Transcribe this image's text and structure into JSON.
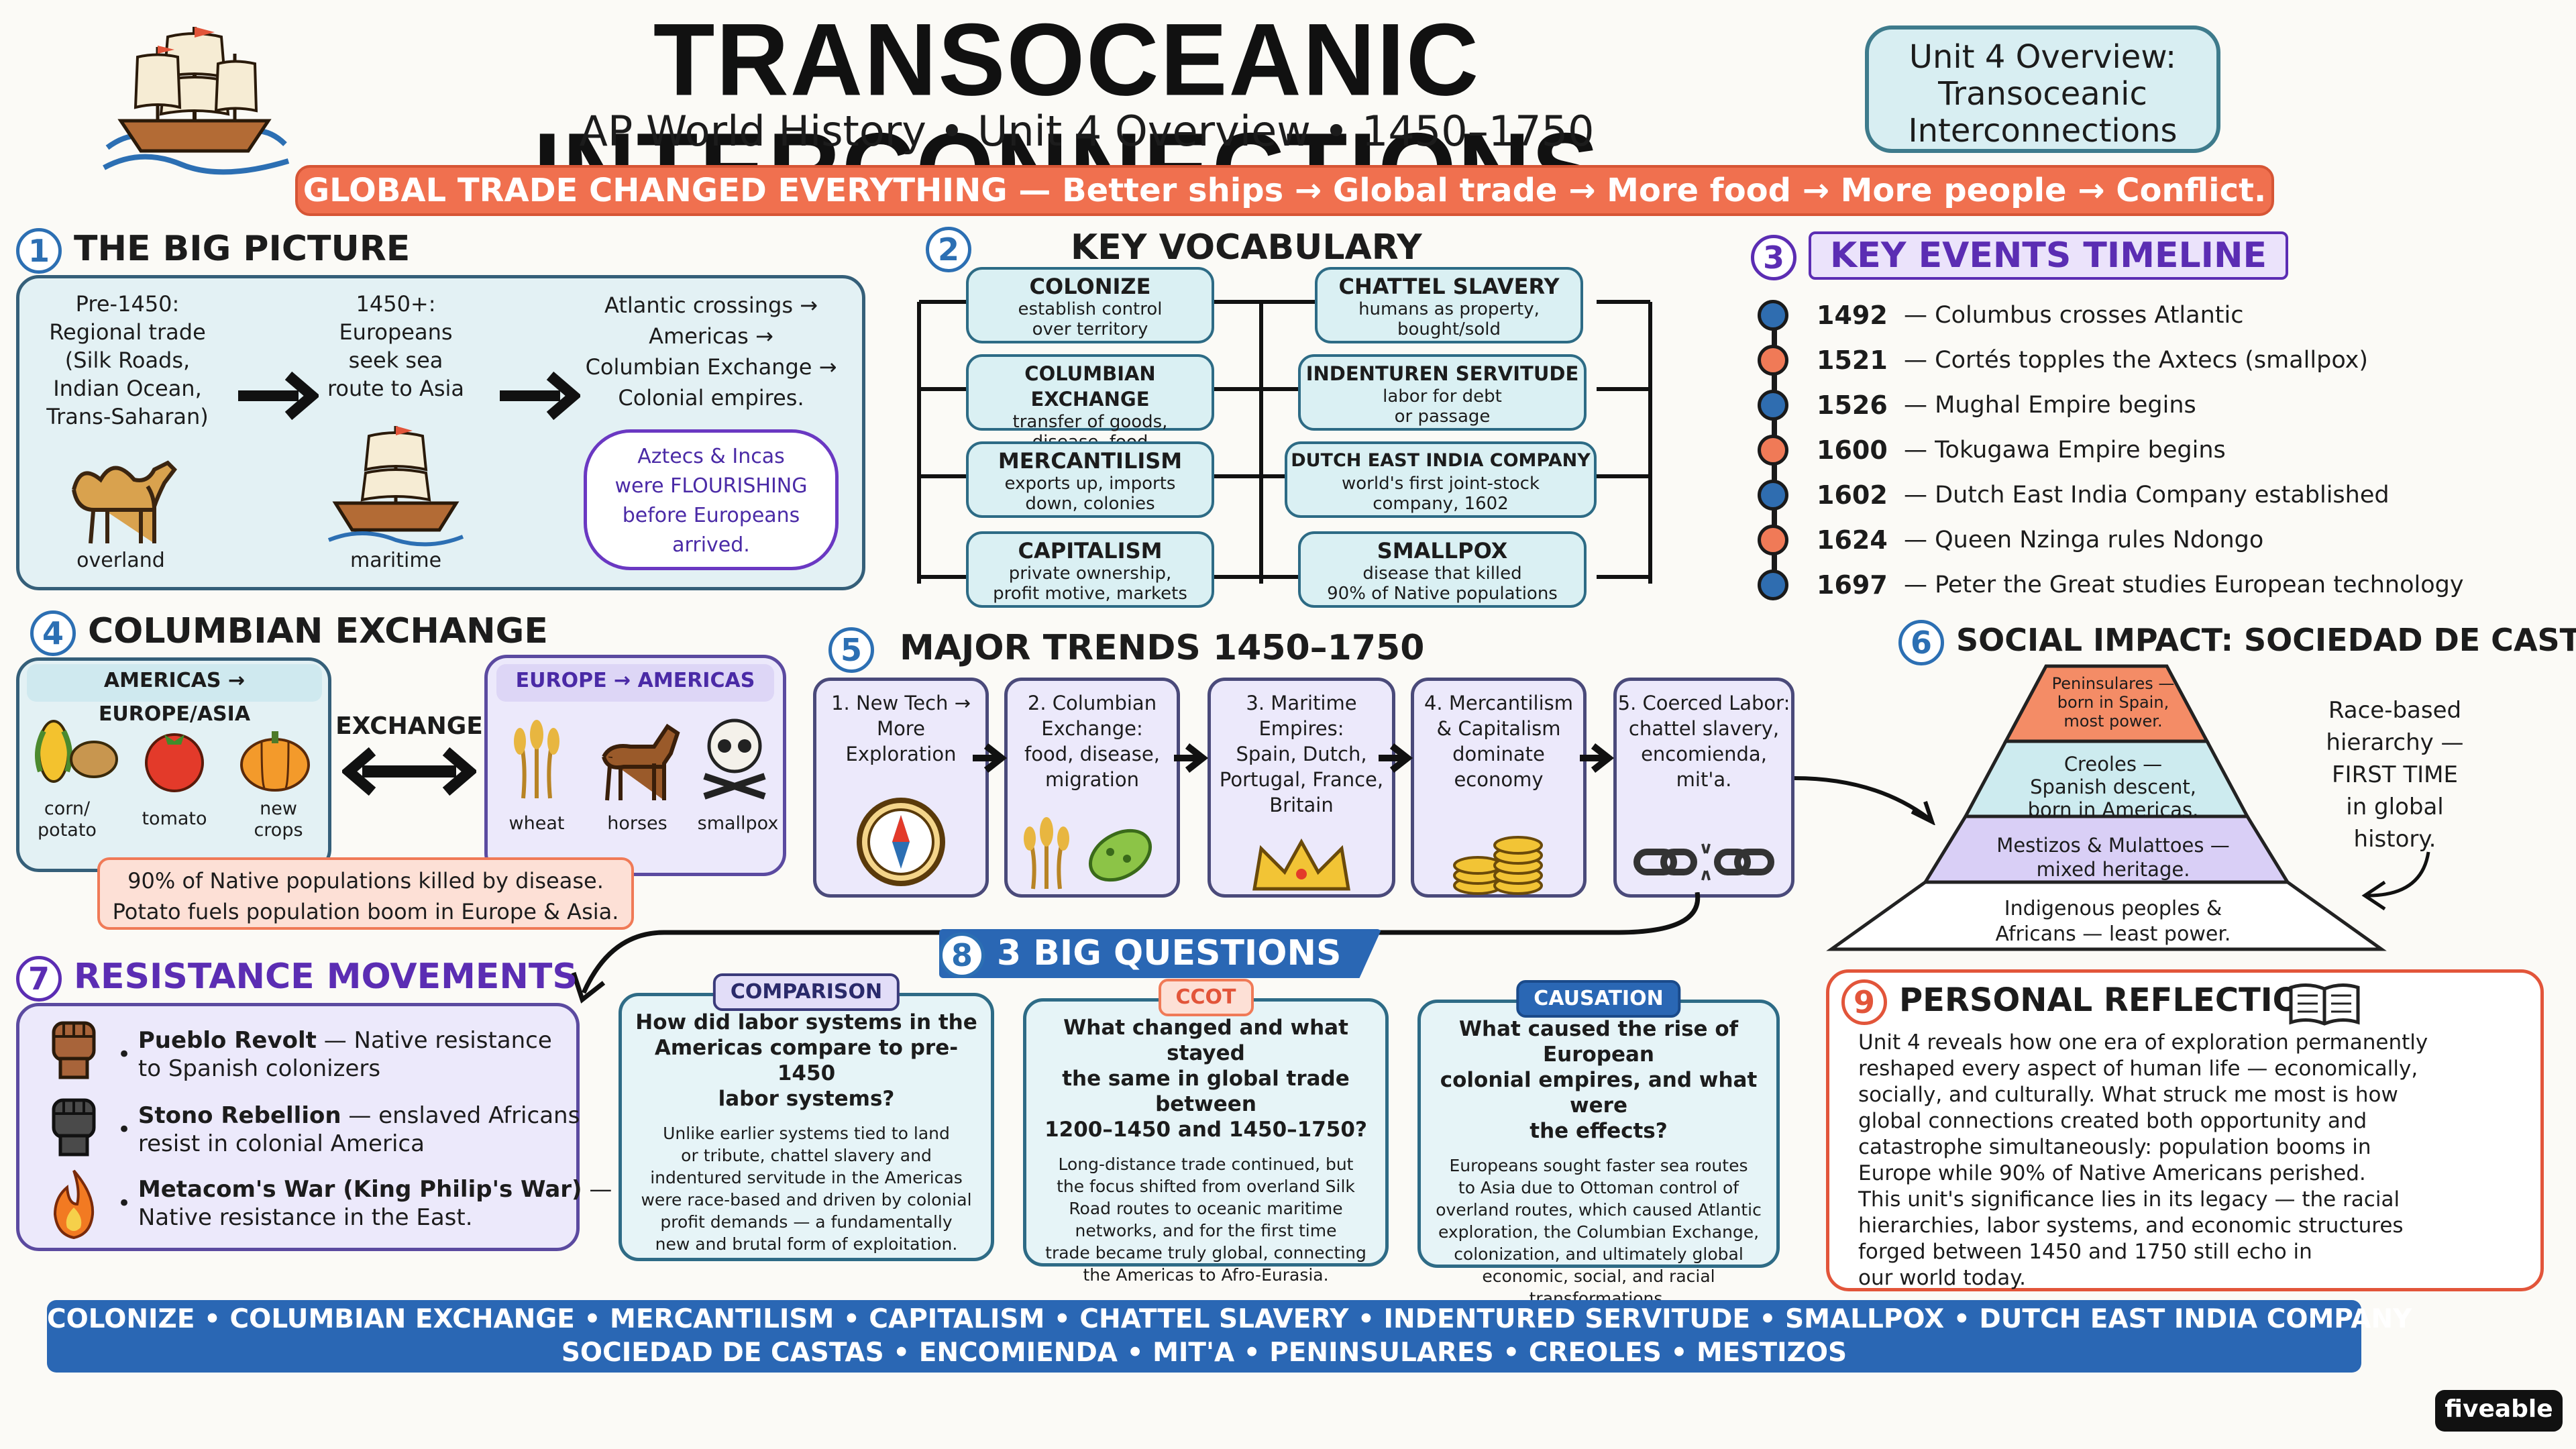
{
  "header": {
    "title": "TRANSOCEANIC INTERCONNECTIONS",
    "subtitle": "AP World History • Unit 4 Overview • 1450–1750",
    "unit_box": "Unit 4 Overview:\nTransoceanic\nInterconnections",
    "banner": "GLOBAL TRADE CHANGED EVERYTHING — Better ships → Global trade → More food → More people → Conflict."
  },
  "big_picture": {
    "number": "1",
    "title": "THE BIG PICTURE",
    "col1": "Pre-1450:\nRegional trade\n(Silk Roads,\nIndian Ocean,\nTrans-Saharan)",
    "col2": "1450+:\nEuropeans\nseek sea\nroute to Asia",
    "col3": "Atlantic crossings →\nAmericas →\nColumbian Exchange →\nColonial empires.",
    "bubble": "Aztecs & Incas\nwere FLOURISHING\nbefore Europeans\narrived.",
    "label_overland": "overland",
    "label_maritime": "maritime"
  },
  "vocabulary": {
    "number": "2",
    "title": "KEY VOCABULARY",
    "terms": [
      {
        "term": "COLONIZE",
        "def": "establish control\nover territory"
      },
      {
        "term": "COLUMBIAN EXCHANGE",
        "def": "transfer of goods,\ndisease, food"
      },
      {
        "term": "MERCANTILISM",
        "def": "exports up, imports\ndown, colonies"
      },
      {
        "term": "CAPITALISM",
        "def": "private ownership,\nprofit motive, markets"
      },
      {
        "term": "CHATTEL SLAVERY",
        "def": "humans as property,\nbought/sold"
      },
      {
        "term": "INDENTUREN SERVITUDE",
        "def": "labor for debt\nor passage"
      },
      {
        "term": "DUTCH EAST INDIA COMPANY",
        "def": "world's first joint-stock\ncompany, 1602"
      },
      {
        "term": "SMALLPOX",
        "def": "disease that killed\n90% of Native populations"
      }
    ]
  },
  "timeline": {
    "number": "3",
    "title": "KEY EVENTS TIMELINE",
    "events": [
      {
        "year": "1492",
        "text": "— Columbus crosses Atlantic",
        "color": "#2f6db0"
      },
      {
        "year": "1521",
        "text": "— Cortés topples the Axtecs (smallpox)",
        "color": "#f07a57"
      },
      {
        "year": "1526",
        "text": "— Mughal Empire begins",
        "color": "#2f6db0"
      },
      {
        "year": "1600",
        "text": "— Tokugawa Empire begins",
        "color": "#f07a57"
      },
      {
        "year": "1602",
        "text": "— Dutch East India Company established",
        "color": "#2f6db0"
      },
      {
        "year": "1624",
        "text": "— Queen Nzinga rules Ndongo",
        "color": "#f07a57"
      },
      {
        "year": "1697",
        "text": "— Peter the Great studies European technology",
        "color": "#2f6db0"
      }
    ]
  },
  "columbian_exchange": {
    "number": "4",
    "title": "COLUMBIAN EXCHANGE",
    "left_header": "AMERICAS → EUROPE/ASIA",
    "right_header": "EUROPE → AMERICAS",
    "exchange_label": "EXCHANGE",
    "left_items": [
      "corn/\npotato",
      "tomato",
      "new\ncrops"
    ],
    "right_items": [
      "wheat",
      "horses",
      "smallpox"
    ],
    "note": "90% of Native populations killed by disease.\nPotato fuels population boom in Europe & Asia."
  },
  "trends": {
    "number": "5",
    "title": "MAJOR TRENDS 1450–1750",
    "items": [
      "1. New Tech →\nMore\nExploration",
      "2. Columbian\nExchange:\nfood, disease,\nmigration",
      "3. Maritime\nEmpires:\nSpain, Dutch,\nPortugal, France,\nBritain",
      "4. Mercantilism\n& Capitalism\ndominate\neconomy",
      "5. Coerced Labor:\nchattel slavery,\nencomienda,\nmit'a."
    ]
  },
  "social_impact": {
    "number": "6",
    "title": "SOCIAL IMPACT: SOCIEDAD DE CASTAS",
    "tiers": [
      "Peninsulares —\nborn in Spain,\nmost power.",
      "Creoles —\nSpanish descent,\nborn in Americas.",
      "Mestizos & Mulattoes —\nmixed heritage.",
      "Indigenous peoples &\nAfricans — least power."
    ],
    "note": "Race-based\nhierarchy —\nFIRST TIME\nin global\nhistory."
  },
  "resistance": {
    "number": "7",
    "title": "RESISTANCE MOVEMENTS",
    "items": [
      {
        "name": "Pueblo Revolt",
        "desc": " — Native resistance\nto Spanish colonizers"
      },
      {
        "name": "Stono Rebellion",
        "desc": " — enslaved Africans\nresist in colonial America"
      },
      {
        "name": "Metacom's War (King Philip's War)",
        "desc": " —\nNative resistance in the East."
      }
    ]
  },
  "questions": {
    "number": "8",
    "title": "3 BIG QUESTIONS",
    "items": [
      {
        "tag": "COMPARISON",
        "q": "How did labor systems in the\nAmericas compare to pre-1450\nlabor systems?",
        "a": "Unlike earlier systems tied to land\nor tribute, chattel slavery and\nindentured servitude in the Americas\nwere race-based and driven by colonial\nprofit demands — a fundamentally\nnew and brutal form of exploitation."
      },
      {
        "tag": "CCOT",
        "q": "What changed and what stayed\nthe same in global trade between\n1200–1450 and 1450–1750?",
        "a": "Long-distance trade continued, but\nthe focus shifted from overland Silk\nRoad routes to oceanic maritime\nnetworks, and for the first time\ntrade became truly global, connecting\nthe Americas to Afro-Eurasia."
      },
      {
        "tag": "CAUSATION",
        "q": "What caused the rise of European\ncolonial empires, and what were\nthe effects?",
        "a": "Europeans sought faster sea routes\nto Asia due to Ottoman control of\noverland routes, which caused Atlantic\nexploration, the Columbian Exchange,\ncolonization, and ultimately global\neconomic, social, and racial\ntransformations."
      }
    ]
  },
  "reflection": {
    "number": "9",
    "title": "PERSONAL REFLECTION",
    "text": "Unit 4 reveals how one era of exploration permanently\nreshaped every aspect of human life — economically,\nsocially, and culturally. What struck me most is how\nglobal connections created both opportunity and\ncatastrophe simultaneously: population booms in\nEurope while 90% of Native Americans perished.\nThis unit's significance lies in its legacy — the racial\nhierarchies, labor systems, and economic structures\nforged between 1450 and 1750 still echo in\nour world today."
  },
  "footer": {
    "line1": "COLONIZE • COLUMBIAN EXCHANGE • MERCANTILISM • CAPITALISM • CHATTEL SLAVERY • INDENTURED SERVITUDE • SMALLPOX • DUTCH EAST INDIA COMPANY",
    "line2": "SOCIEDAD DE CASTAS • ENCOMIENDA • MIT'A • PENINSULARES • CREOLES • MESTIZOS",
    "brand": "fiveable"
  },
  "colors": {
    "accent_orange": "#f0704f",
    "teal_border": "#355f79",
    "purple": "#5b2db3",
    "footer_blue": "#2a67b4"
  }
}
